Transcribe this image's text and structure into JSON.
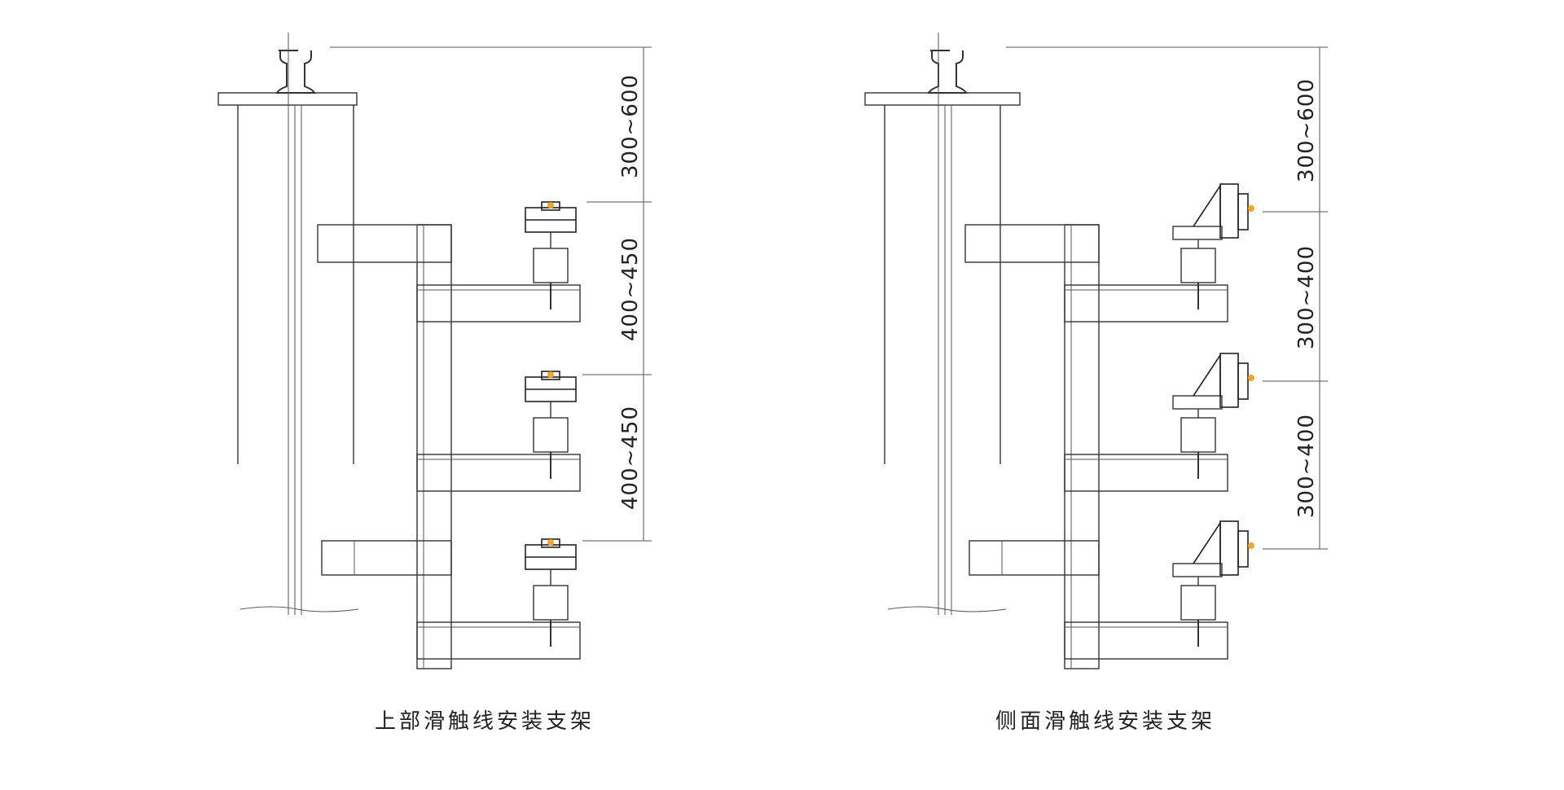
{
  "colors": {
    "line": "#333333",
    "accent": "#f5a623",
    "background": "#ffffff"
  },
  "diagrams": [
    {
      "caption": "上部滑触线安装支架",
      "dimensions": [
        "300~600",
        "400~450",
        "400~450"
      ]
    },
    {
      "caption": "侧面滑触线安装支架",
      "dimensions": [
        "300~600",
        "300~400",
        "300~400"
      ]
    }
  ]
}
